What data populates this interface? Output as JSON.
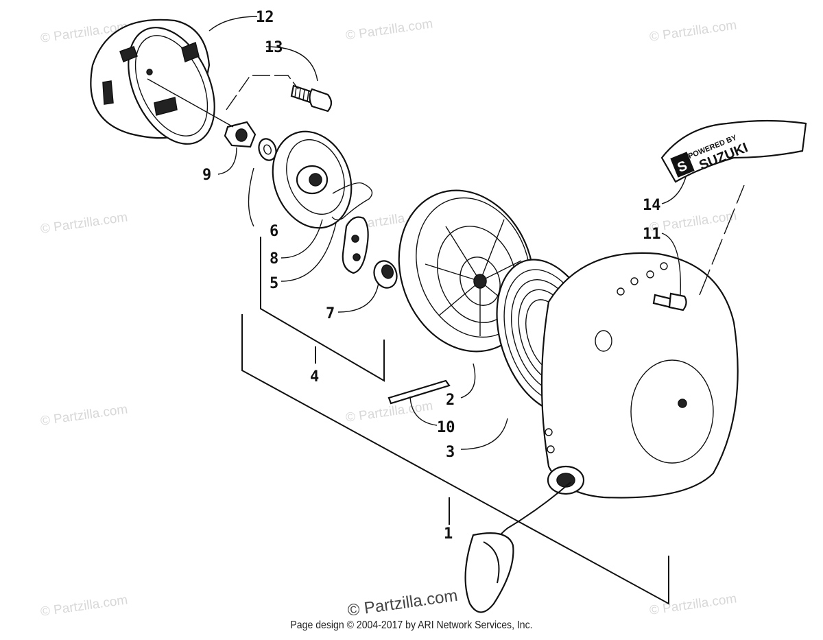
{
  "watermark": "© Partzilla.com",
  "brand_watermark": "© Partzilla.com",
  "footer": "Page design © 2004-2017 by ARI Network Services, Inc.",
  "decal": {
    "line1": "POWERED BY",
    "line2": "SUZUKI",
    "logo": "S"
  },
  "callouts": {
    "c1": "1",
    "c2": "2",
    "c3": "3",
    "c4": "4",
    "c5": "5",
    "c6": "6",
    "c7": "7",
    "c8": "8",
    "c9": "9",
    "c10": "10",
    "c11": "11",
    "c12": "12",
    "c13": "13",
    "c14": "14"
  }
}
